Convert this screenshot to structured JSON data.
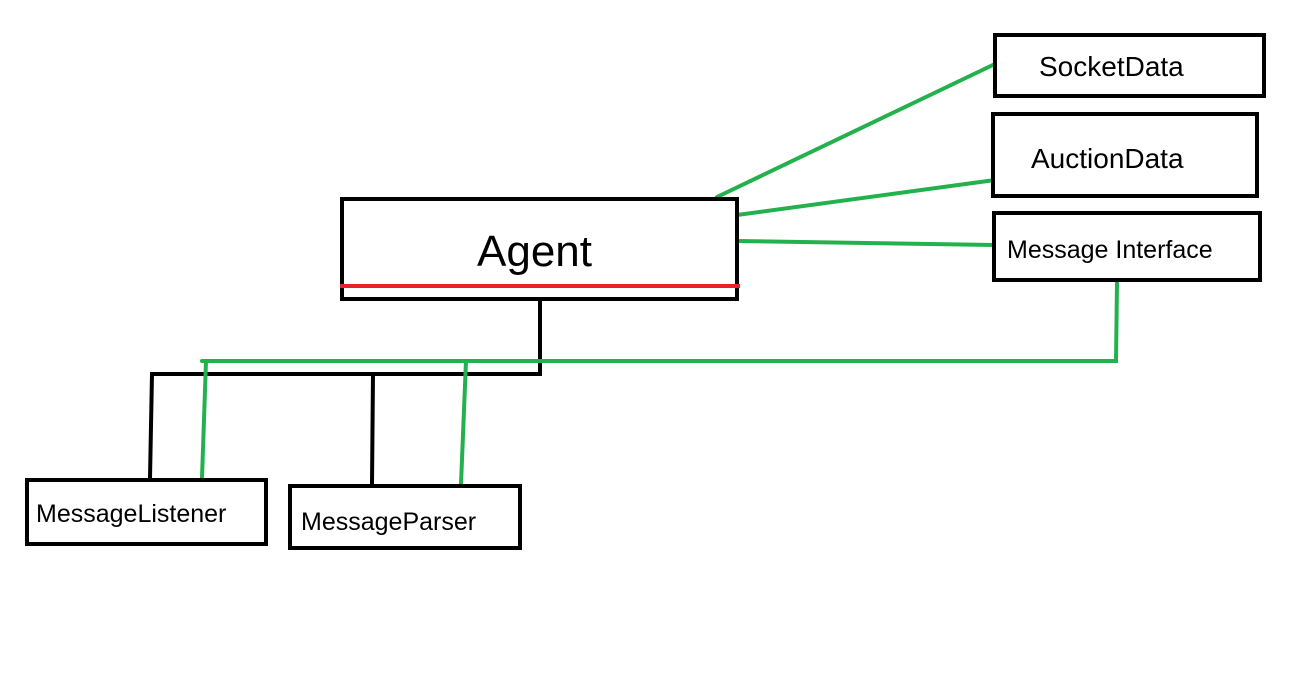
{
  "diagram": {
    "nodes": [
      {
        "id": "agent",
        "label": "Agent"
      },
      {
        "id": "socketdata",
        "label": "SocketData"
      },
      {
        "id": "auctiondata",
        "label": "AuctionData"
      },
      {
        "id": "message_interface",
        "label": "Message Interface"
      },
      {
        "id": "messagelistener",
        "label": "MessageListener"
      },
      {
        "id": "messageparser",
        "label": "MessageParser"
      }
    ],
    "edges": [
      {
        "from": "agent",
        "to": "messagelistener",
        "kind": "hierarchy"
      },
      {
        "from": "agent",
        "to": "messageparser",
        "kind": "hierarchy"
      },
      {
        "from": "agent",
        "to": "socketdata",
        "kind": "association"
      },
      {
        "from": "agent",
        "to": "auctiondata",
        "kind": "association"
      },
      {
        "from": "agent",
        "to": "message_interface",
        "kind": "association"
      },
      {
        "from": "message_interface",
        "to": "messagelistener",
        "kind": "association"
      },
      {
        "from": "message_interface",
        "to": "messageparser",
        "kind": "association"
      }
    ]
  },
  "colors": {
    "hierarchy_line": "#000000",
    "association_line": "#22b14c",
    "agent_underline": "#e8202a",
    "box_border": "#000000",
    "background": "#ffffff"
  }
}
